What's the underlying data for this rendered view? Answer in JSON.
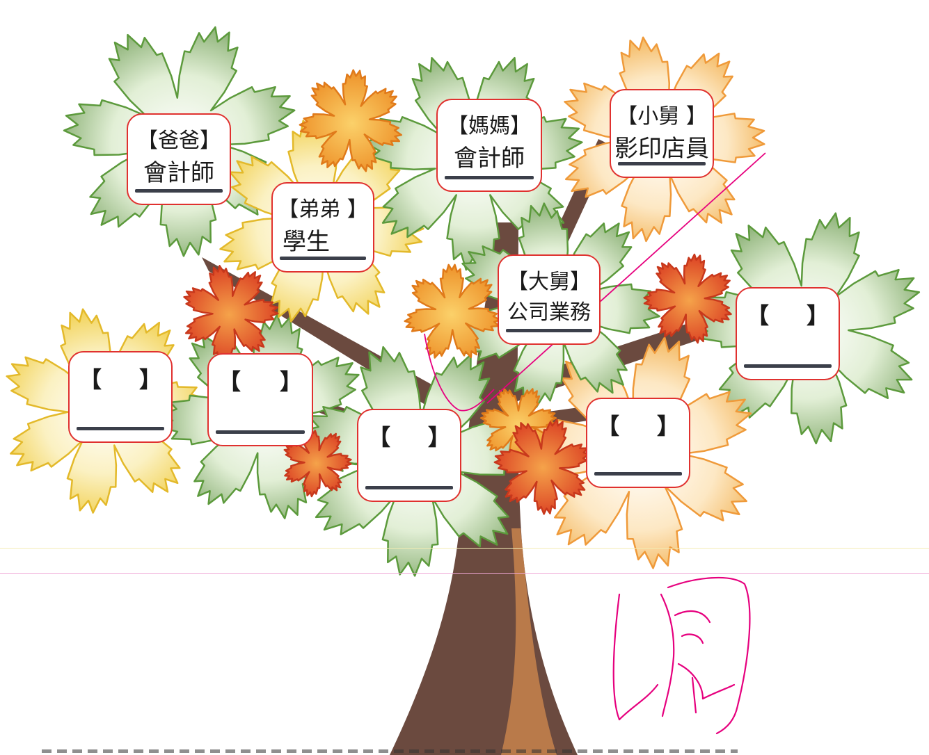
{
  "cards": {
    "father": {
      "role": "【爸爸】",
      "job": "會計師"
    },
    "mother": {
      "role": "【媽媽】",
      "job": "會計師"
    },
    "uncle_young": {
      "role": "【小舅 】",
      "job": "影印店員"
    },
    "brother": {
      "role": "【弟弟 】",
      "job": "學生"
    },
    "uncle_old": {
      "role": "【大舅】",
      "job": "公司業務"
    },
    "blank": {
      "open": "【",
      "close": "】"
    }
  },
  "signature": "凱",
  "colors": {
    "card_border": "#e0312f",
    "card_line": "#3b3f4a",
    "trunk": "#6b4a3f",
    "pen": "#e6007e"
  },
  "icons": [
    "maple-leaf-icon",
    "tree-trunk",
    "handwritten-signature"
  ]
}
